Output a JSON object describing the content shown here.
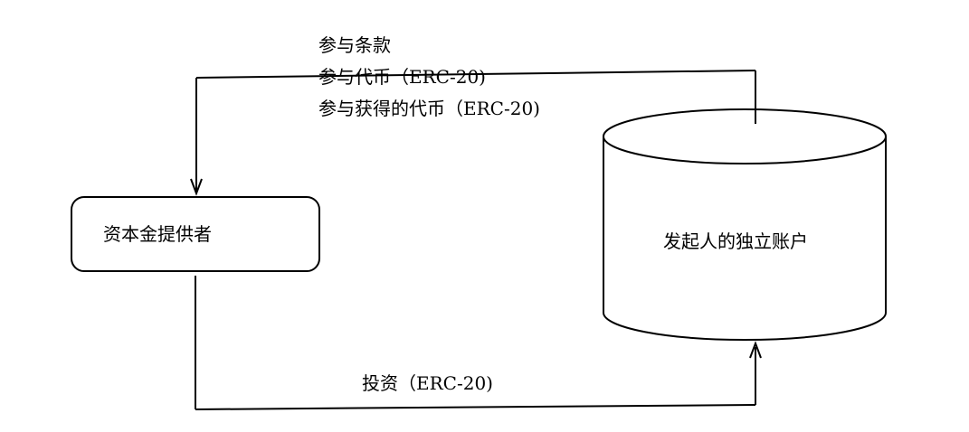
{
  "diagram": {
    "top_flow_labels": [
      "参与条款",
      "参与代币（ERC-20)",
      "参与获得的代币（ERC-20)"
    ],
    "bottom_flow_label": "投资（ERC-20)",
    "nodes": {
      "provider": "资本金提供者",
      "account": "发起人的独立账户"
    }
  }
}
